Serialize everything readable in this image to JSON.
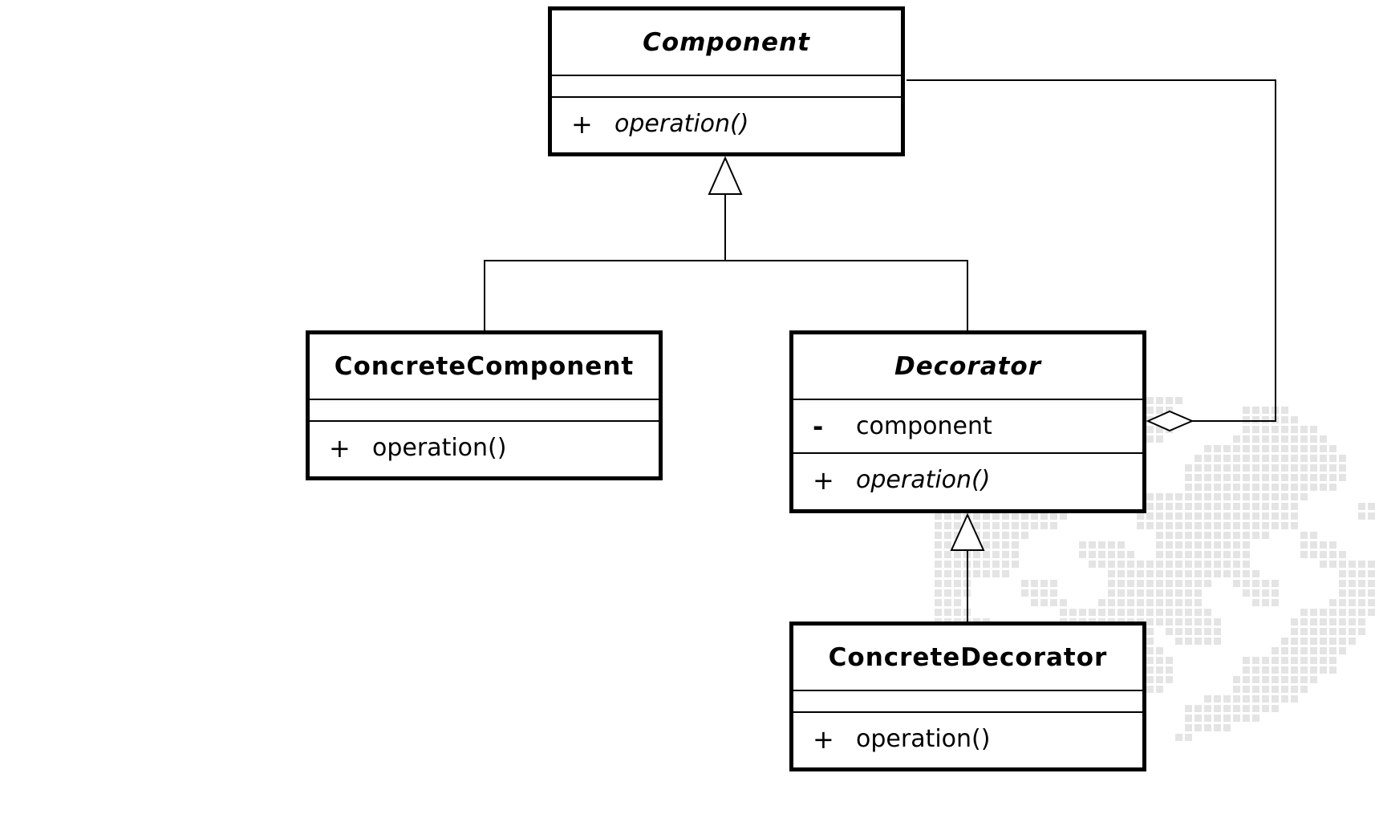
{
  "diagram": {
    "type": "uml-class-diagram",
    "classes": [
      {
        "id": "component",
        "name": "Component",
        "abstract": true,
        "attributes": [],
        "operations": [
          {
            "visibility": "+",
            "name": "operation()",
            "abstract": true
          }
        ]
      },
      {
        "id": "concrete_component",
        "name": "ConcreteComponent",
        "abstract": false,
        "attributes": [],
        "operations": [
          {
            "visibility": "+",
            "name": "operation()",
            "abstract": false
          }
        ]
      },
      {
        "id": "decorator",
        "name": "Decorator",
        "abstract": true,
        "attributes": [
          {
            "visibility": "-",
            "name": "component"
          }
        ],
        "operations": [
          {
            "visibility": "+",
            "name": "operation()",
            "abstract": true
          }
        ]
      },
      {
        "id": "concrete_decorator",
        "name": "ConcreteDecorator",
        "abstract": false,
        "attributes": [],
        "operations": [
          {
            "visibility": "+",
            "name": "operation()",
            "abstract": false
          }
        ]
      }
    ],
    "relationships": [
      {
        "type": "generalization",
        "from": "ConcreteComponent",
        "to": "Component"
      },
      {
        "type": "generalization",
        "from": "Decorator",
        "to": "Component"
      },
      {
        "type": "generalization",
        "from": "ConcreteDecorator",
        "to": "Decorator"
      },
      {
        "type": "aggregation",
        "whole": "Decorator",
        "part": "Component"
      }
    ],
    "colors": {
      "line": "#000000",
      "background": "#ffffff",
      "watermark": "#e4e4e4"
    }
  }
}
